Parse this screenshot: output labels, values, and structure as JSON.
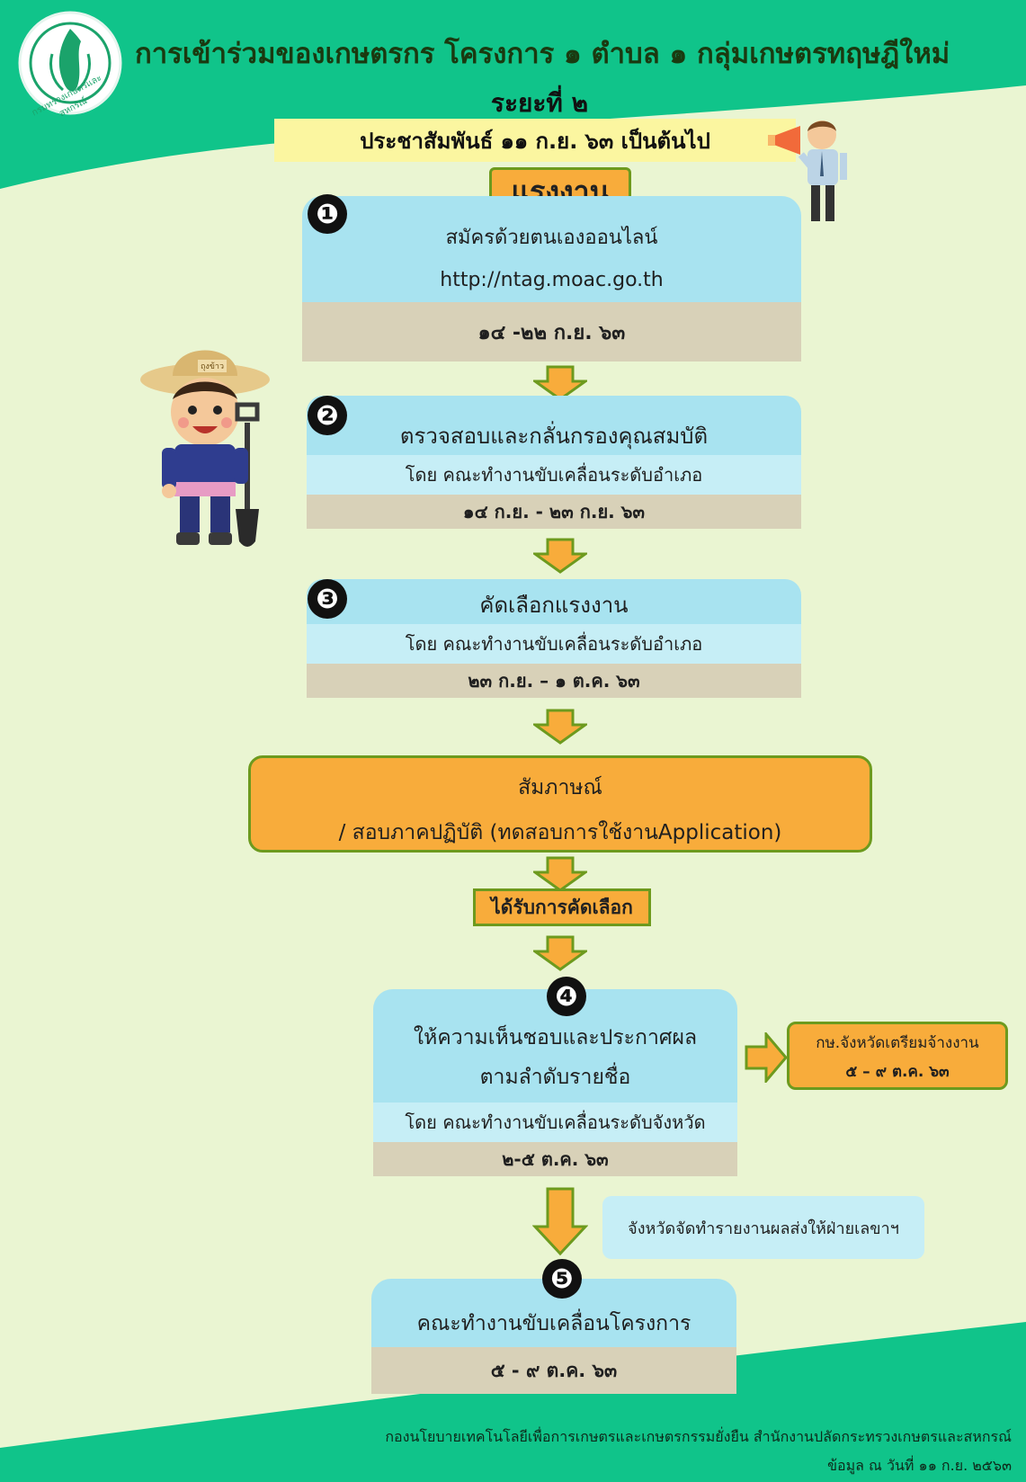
{
  "header": {
    "title": "การเข้าร่วมของเกษตรกร โครงการ ๑ ตำบล ๑ กลุ่มเกษตรทฤษฎีใหม่",
    "phase": "ระยะที่ ๒",
    "announce": "ประชาสัมพันธ์ ๑๑ ก.ย. ๖๓ เป็นต้นไป",
    "logo_text": "กรมทรวงเกษตรและสหกรณ์"
  },
  "label_labor": "แรงงาน",
  "steps": {
    "s1": {
      "num": "❶",
      "line1": "สมัครด้วยตนเองออนไลน์",
      "line2": "http://ntag.moac.go.th",
      "date": "๑๔ -๒๒ ก.ย. ๖๓"
    },
    "s2": {
      "num": "❷",
      "title": "ตรวจสอบและกลั่นกรองคุณสมบัติ",
      "by": "โดย คณะทำงานขับเคลื่อนระดับอำเภอ",
      "date": "๑๔ ก.ย. - ๒๓ ก.ย. ๖๓"
    },
    "s3": {
      "num": "❸",
      "title": "คัดเลือกแรงงาน",
      "by": "โดย คณะทำงานขับเคลื่อนระดับอำเภอ",
      "date": "๒๓ ก.ย. – ๑ ต.ค. ๖๓"
    },
    "interview": {
      "line1": "สัมภาษณ์",
      "line2": "/ สอบภาคปฏิบัติ (ทดสอบการใช้งานApplication)"
    },
    "selected": "ได้รับการคัดเลือก",
    "s4": {
      "num": "❹",
      "line1": "ให้ความเห็นชอบและประกาศผล",
      "line2": "ตามลำดับรายชื่อ",
      "by": "โดย คณะทำงานขับเคลื่อนระดับจังหวัด",
      "date": "๒-๕ ต.ค. ๖๓"
    },
    "side4": {
      "line1": "กษ.จังหวัดเตรียมจ้างงาน",
      "line2": "๕ – ๙ ต.ค. ๖๓"
    },
    "report": "จังหวัดจัดทำรายงานผลส่งให้ฝ่ายเลขาฯ",
    "s5": {
      "num": "❺",
      "title": "คณะทำงานขับเคลื่อนโครงการ",
      "date": "๕ - ๙ ต.ค. ๖๓"
    }
  },
  "farmer_hat_text": "ถุงข้าว",
  "footer": {
    "org": "กองนโยบายเทคโนโลยีเพื่อการเกษตรและเกษตรกรรมยั่งยืน สำนักงานปลัดกระทรวงเกษตรและสหกรณ์",
    "date": "ข้อมูล ณ วันที่ ๑๑ ก.ย. ๒๕๖๓"
  },
  "colors": {
    "green": "#10c48a",
    "bg": "#eaf5d2",
    "orange": "#f8ac3b",
    "blue": "#a8e3f0",
    "tan": "#d8d1b8"
  }
}
